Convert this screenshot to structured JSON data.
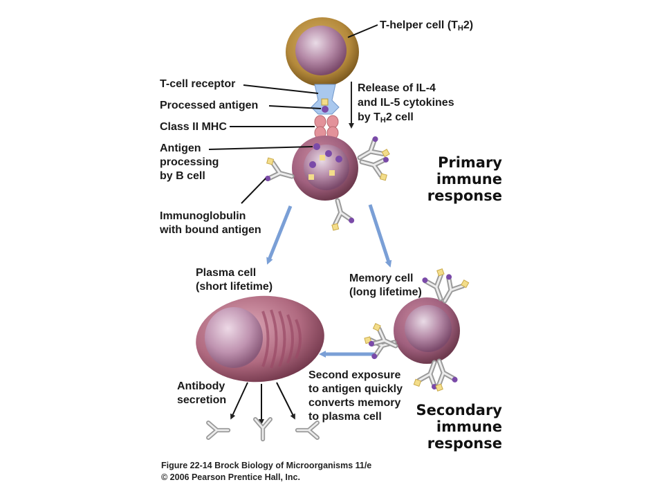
{
  "labels": {
    "t_helper": "T-helper cell (T",
    "t_helper_sub": "H",
    "t_helper_tail": "2)",
    "t_cell_receptor": "T-cell receptor",
    "processed_antigen": "Processed antigen",
    "class_ii_mhc": "Class II MHC",
    "antigen_processing_1": "Antigen",
    "antigen_processing_2": "processing",
    "antigen_processing_3": "by B cell",
    "release_1": "Release of IL-4",
    "release_2": "and IL-5 cytokines",
    "release_3a": "by T",
    "release_3_sub": "H",
    "release_3b": "2 cell",
    "immunoglobulin_1": "Immunoglobulin",
    "immunoglobulin_2": "with bound antigen",
    "plasma_1": "Plasma cell",
    "plasma_2": "(short lifetime)",
    "memory_1": "Memory cell",
    "memory_2": "(long lifetime)",
    "antibody_1": "Antibody",
    "antibody_2": "secretion",
    "second_1": "Second exposure",
    "second_2": "to antigen quickly",
    "second_3": "converts memory",
    "second_4": "to plasma cell"
  },
  "headings": {
    "primary_1": "Primary",
    "primary_2": "immune",
    "primary_3": "response",
    "secondary_1": "Secondary",
    "secondary_2": "immune",
    "secondary_3": "response"
  },
  "caption": {
    "line1": "Figure 22-14 Brock Biology of Microorganisms 11/e",
    "line2": "© 2006 Pearson Prentice Hall, Inc."
  },
  "colors": {
    "arrow_blue": "#7a9fd6",
    "antigen_yellow": "#f3dd8a",
    "antigen_purple": "#7a4aa8",
    "cell_purple": "#a0607e",
    "helper_brown": "#b58a3c",
    "receptor_blue": "#a9c8ee",
    "mhc_pink": "#e3929a"
  }
}
